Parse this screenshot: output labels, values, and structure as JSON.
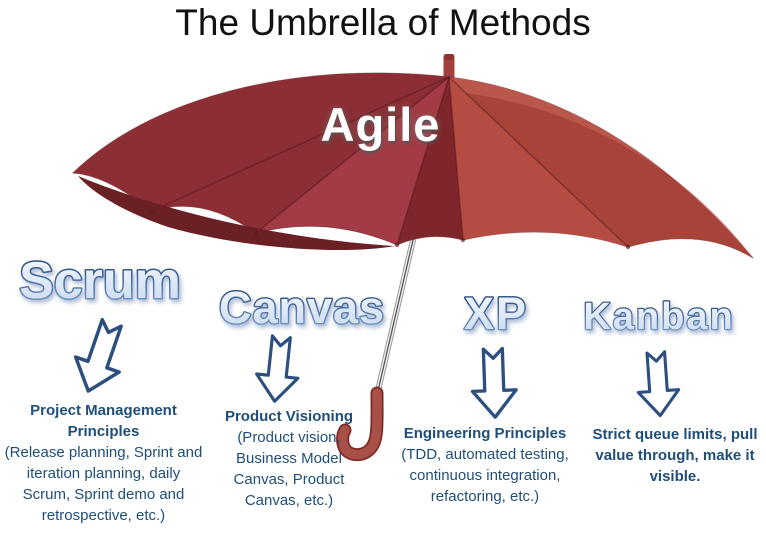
{
  "title": "The Umbrella of Methods",
  "umbrella": {
    "label": "Agile"
  },
  "methods": [
    {
      "name": "Scrum",
      "detail_bold": "Project Management Principles",
      "detail": "(Release planning, Sprint and iteration planning, daily Scrum, Sprint demo and retrospective, etc.)"
    },
    {
      "name": "Canvas",
      "detail_bold": "Product Visioning",
      "detail": "(Product vision, Business Model Canvas, Product Canvas, etc.)"
    },
    {
      "name": "XP",
      "detail_bold": "Engineering Principles",
      "detail": "(TDD, automated testing, continuous integration, refactoring, etc.)"
    },
    {
      "name": "Kanban",
      "detail_bold": "Strict queue limits, pull value through, make it visible.",
      "detail": ""
    }
  ],
  "colors": {
    "umbrella_red": "#a23b45",
    "umbrella_dark": "#8b2e35",
    "umbrella_bright": "#b44c42",
    "wordart_blue": "#173a6b",
    "arrow_blue": "#2d4f80",
    "description_navy": "#1f4e79",
    "title_black": "#111111"
  }
}
